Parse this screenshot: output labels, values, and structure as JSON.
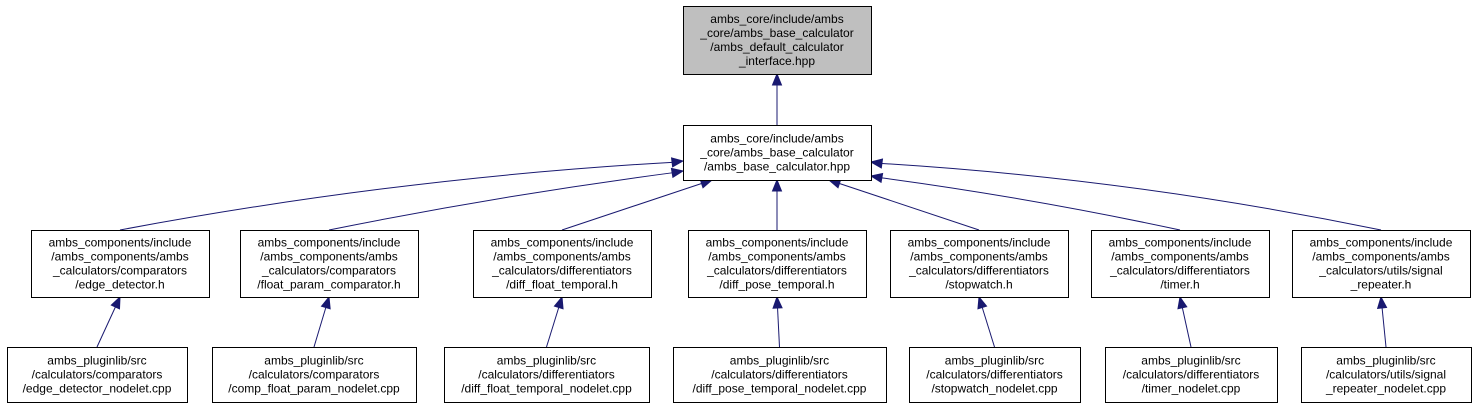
{
  "nodes": [
    {
      "id": "root",
      "lines": [
        "ambs_core/include/ambs",
        "_core/ambs_base_calculator",
        "/ambs_default_calculator",
        "_interface.hpp"
      ]
    },
    {
      "id": "base",
      "lines": [
        "ambs_core/include/ambs",
        "_core/ambs_base_calculator",
        "/ambs_base_calculator.hpp"
      ]
    },
    {
      "id": "c1",
      "lines": [
        "ambs_components/include",
        "/ambs_components/ambs",
        "_calculators/comparators",
        "/edge_detector.h"
      ]
    },
    {
      "id": "c2",
      "lines": [
        "ambs_components/include",
        "/ambs_components/ambs",
        "_calculators/comparators",
        "/float_param_comparator.h"
      ]
    },
    {
      "id": "c3",
      "lines": [
        "ambs_components/include",
        "/ambs_components/ambs",
        "_calculators/differentiators",
        "/diff_float_temporal.h"
      ]
    },
    {
      "id": "c4",
      "lines": [
        "ambs_components/include",
        "/ambs_components/ambs",
        "_calculators/differentiators",
        "/diff_pose_temporal.h"
      ]
    },
    {
      "id": "c5",
      "lines": [
        "ambs_components/include",
        "/ambs_components/ambs",
        "_calculators/differentiators",
        "/stopwatch.h"
      ]
    },
    {
      "id": "c6",
      "lines": [
        "ambs_components/include",
        "/ambs_components/ambs",
        "_calculators/differentiators",
        "/timer.h"
      ]
    },
    {
      "id": "c7",
      "lines": [
        "ambs_components/include",
        "/ambs_components/ambs",
        "_calculators/utils/signal",
        "_repeater.h"
      ]
    },
    {
      "id": "p1",
      "lines": [
        "ambs_pluginlib/src",
        "/calculators/comparators",
        "/edge_detector_nodelet.cpp"
      ]
    },
    {
      "id": "p2",
      "lines": [
        "ambs_pluginlib/src",
        "/calculators/comparators",
        "/comp_float_param_nodelet.cpp"
      ]
    },
    {
      "id": "p3",
      "lines": [
        "ambs_pluginlib/src",
        "/calculators/differentiators",
        "/diff_float_temporal_nodelet.cpp"
      ]
    },
    {
      "id": "p4",
      "lines": [
        "ambs_pluginlib/src",
        "/calculators/differentiators",
        "/diff_pose_temporal_nodelet.cpp"
      ]
    },
    {
      "id": "p5",
      "lines": [
        "ambs_pluginlib/src",
        "/calculators/differentiators",
        "/stopwatch_nodelet.cpp"
      ]
    },
    {
      "id": "p6",
      "lines": [
        "ambs_pluginlib/src",
        "/calculators/differentiators",
        "/timer_nodelet.cpp"
      ]
    },
    {
      "id": "p7",
      "lines": [
        "ambs_pluginlib/src",
        "/calculators/utils/signal",
        "_repeater_nodelet.cpp"
      ]
    }
  ],
  "edges": [
    {
      "from": "base",
      "to": "root"
    },
    {
      "from": "c1",
      "to": "base"
    },
    {
      "from": "c2",
      "to": "base"
    },
    {
      "from": "c3",
      "to": "base"
    },
    {
      "from": "c4",
      "to": "base"
    },
    {
      "from": "c5",
      "to": "base"
    },
    {
      "from": "c6",
      "to": "base"
    },
    {
      "from": "c7",
      "to": "base"
    },
    {
      "from": "p1",
      "to": "c1"
    },
    {
      "from": "p2",
      "to": "c2"
    },
    {
      "from": "p3",
      "to": "c3"
    },
    {
      "from": "p4",
      "to": "c4"
    },
    {
      "from": "p5",
      "to": "c5"
    },
    {
      "from": "p6",
      "to": "c6"
    },
    {
      "from": "p7",
      "to": "c7"
    }
  ],
  "colors": {
    "highlighted_node_fill": "#bfbfbf",
    "node_fill": "#ffffff",
    "edge": "#191970"
  }
}
